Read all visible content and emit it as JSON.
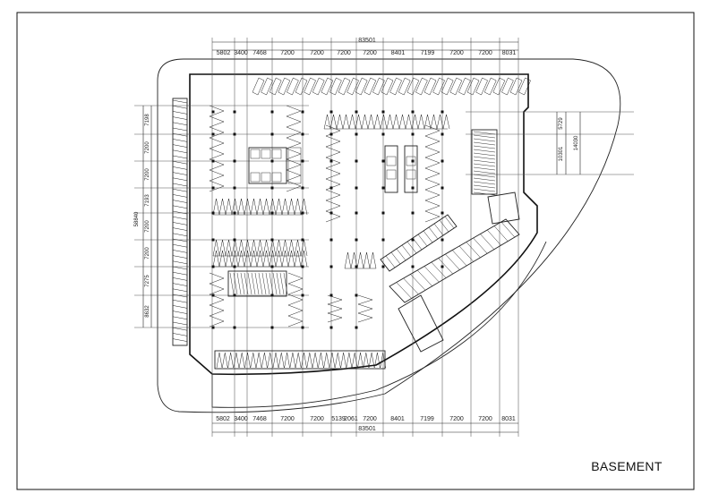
{
  "drawing": {
    "title": "BASEMENT",
    "overall_dimension_top": "83501",
    "overall_dimension_bottom": "83501",
    "top_spans": [
      "5802",
      "3400",
      "7468",
      "7200",
      "7200",
      "7200",
      "7200",
      "8401",
      "7199",
      "7200",
      "7200",
      "8031"
    ],
    "bottom_spans": [
      "5802",
      "3400",
      "7468",
      "7200",
      "7200",
      "5139",
      "2061",
      "7200",
      "8401",
      "7199",
      "7200",
      "7200",
      "8031"
    ],
    "left_overall": "58840",
    "left_spans": [
      "7198",
      "7200",
      "7200",
      "7193",
      "7200",
      "7200",
      "7275",
      "8632"
    ],
    "right_spans": [
      "5729",
      "10301",
      "14030"
    ]
  }
}
